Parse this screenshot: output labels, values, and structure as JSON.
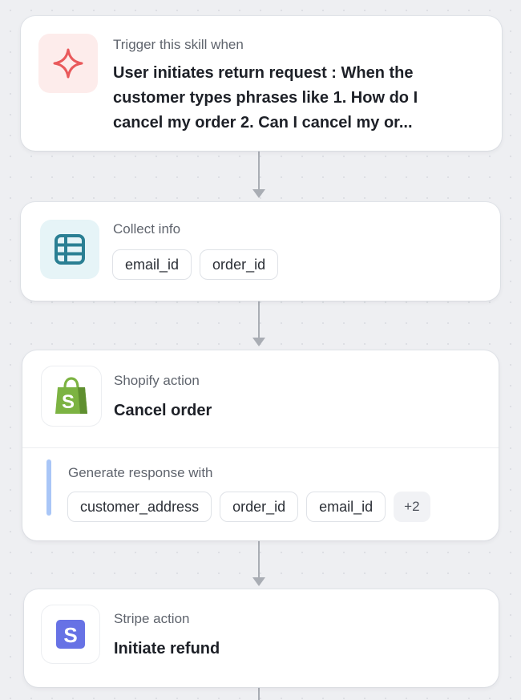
{
  "trigger": {
    "label": "Trigger this skill when",
    "text": "User initiates return request : When the customer types phrases like 1. How do I cancel my order 2. Can I cancel my or...",
    "icon": "sparkle-icon",
    "icon_color": "#e9595b"
  },
  "collect": {
    "label": "Collect info",
    "icon": "table-icon",
    "icon_color": "#2a7f93",
    "chips": [
      "email_id",
      "order_id"
    ]
  },
  "shopify": {
    "label": "Shopify action",
    "title": "Cancel order",
    "icon": "shopify-bag-icon",
    "icon_letter": "S",
    "icon_color": "#7cb342"
  },
  "response": {
    "label": "Generate response with",
    "chips": [
      "customer_address",
      "order_id",
      "email_id"
    ],
    "more": "+2"
  },
  "stripe": {
    "label": "Stripe action",
    "title": "Initiate refund",
    "icon": "stripe-icon",
    "icon_letter": "S",
    "icon_color": "#6772e5"
  }
}
